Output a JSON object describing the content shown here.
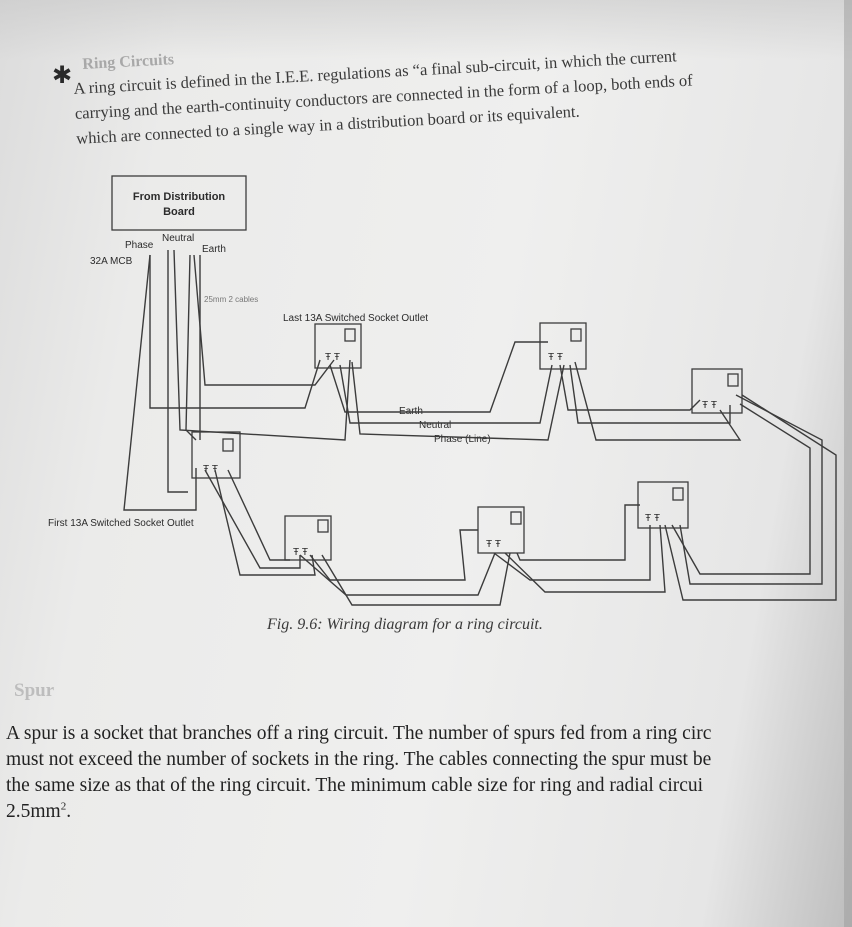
{
  "section": {
    "heading": "Ring Circuits",
    "intro_lines": [
      "A ring circuit is defined  in the I.E.E. regulations as “a final sub-circuit, in which the current",
      "carrying and the earth-continuity conductors are connected in the form of a loop, both ends of",
      "which are connected to a single way in a distribution board or its equivalent."
    ]
  },
  "diagram": {
    "board_line1": "From Distribution",
    "board_line2": "Board",
    "phase": "Phase",
    "neutral": "Neutral",
    "earth": "Earth",
    "mcb": "32A MCB",
    "cables": "25mm 2 cables",
    "last_socket": "Last 13A Switched Socket Outlet",
    "first_socket": "First 13A Switched Socket Outlet",
    "earth_label": "Earth",
    "neutral_label": "Neutral",
    "phase_label": "Phase (Line)"
  },
  "caption": "Fig. 9.6: Wiring diagram for a ring circuit.",
  "spur": {
    "heading": "Spur",
    "line1": "A spur is a socket that branches off a ring circuit. The number of spurs fed from a ring circ",
    "line2": "must not exceed the number of sockets in the ring. The cables connecting the spur must be",
    "line3": "the same size as that of the ring circuit. The minimum cable size for ring and radial circui",
    "line4": "2.5mm",
    "line4_sup": "2",
    "line4_end": "."
  }
}
